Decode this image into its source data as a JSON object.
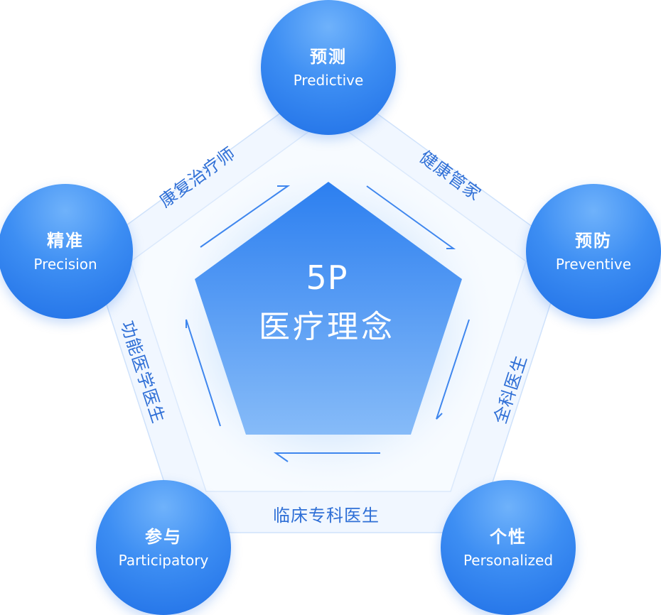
{
  "core": {
    "line1": "5P",
    "line2": "医疗理念"
  },
  "nodes": {
    "predictive": {
      "zh": "预测",
      "en": "Predictive"
    },
    "preventive": {
      "zh": "预防",
      "en": "Preventive"
    },
    "personalized": {
      "zh": "个性",
      "en": "Personalized"
    },
    "participatory": {
      "zh": "参与",
      "en": "Participatory"
    },
    "precision": {
      "zh": "精准",
      "en": "Precision"
    }
  },
  "edges": {
    "top_right": "健康管家",
    "right": "全科医生",
    "bottom": "临床专科医生",
    "left": "功能医学医生",
    "top_left": "康复治疗师"
  },
  "colors": {
    "node_blue": "#2f7eed",
    "core_blue": "#4b97f4",
    "edge_text": "#2f6fd6",
    "band": "#eef5ff"
  }
}
